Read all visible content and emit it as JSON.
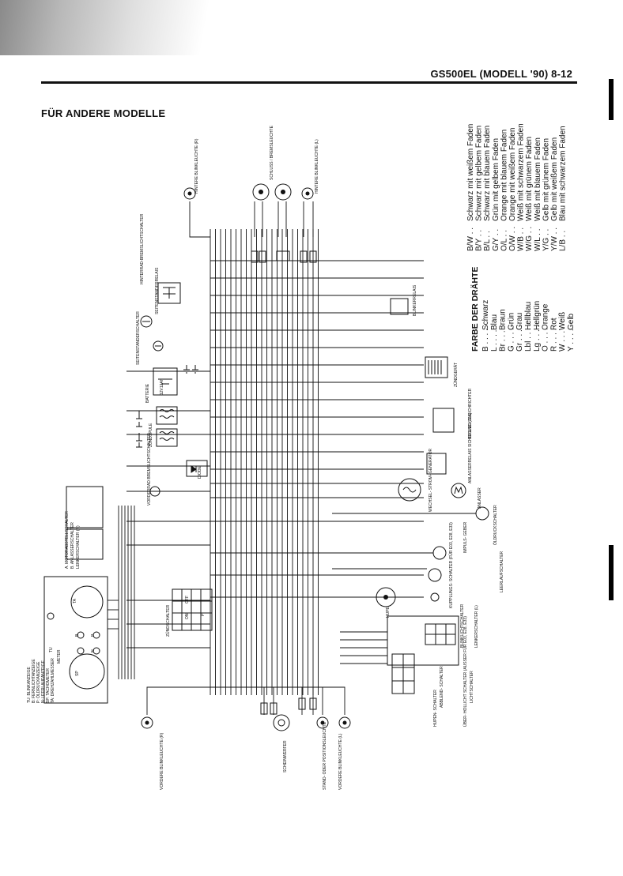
{
  "header": {
    "title": "GS500EL (MODELL '90)  8-12"
  },
  "subtitle": "FÜR ANDERE MODELLE",
  "components": {
    "rear_turn_r": "HINTERE BLINKLEUCHTE (R)",
    "tail_light": "SCHLUSS / BREMSLEUCHTE",
    "rear_turn_l": "HINTERE BLINKLEUCHTE (L)",
    "rear_brake_switch": "HINTERRAD-BREMSLICHTSCHALTER",
    "sidestand_relay": "SEITENSTANDERRELAIS",
    "sidestand_switch": "SEITENSTANDERSCHALTER",
    "battery": "BATTERIE",
    "battery_spec": "12V12Ah",
    "turn_relay": "BLINKERRELAIS",
    "igniter": "ZÜNDGERÄT",
    "ignition_coil": "ZÜNDSPULE",
    "regulator": "REGLER/ GLEICHRICHTER",
    "starter_relay": "ANLASSERRELAIS SICHERUNG (20A)",
    "generator": "WECHSEL- STROM- GENERATOR",
    "starter_motor": "ANLASSER",
    "front_brake_switch": "VORDERRAD BREMSLICHTSCHALTER",
    "diode": "DIODE",
    "engine_stop": "A. MOTORABSTELLSCHALTER",
    "starter_button": "B. ANLASSERSCHALTER",
    "handlebar_switch_r": "LENKERSCHALTER (R)",
    "pickup": "IMPULS- GEBER",
    "oil_pressure_switch": "ÖLDRUCKSCHALTER",
    "neutral_switch": "LEERLAUFSCHALTER",
    "horn": "HUPE",
    "clutch_switch": "KUPPLUNGS- SCHALTER (FÜR E03, E28, E33)",
    "ignition_switch": "ZÜNDSCHALTER",
    "meter": "METER",
    "meter_legend": [
      "TU: BLINKANZEIGE",
      "B: FERNLICHTANZEIGE",
      "P: ÖLDRUCKANZEIGE",
      "N: LEERLAUFANZEIGE",
      "SP: TACHOMETER",
      "TA: DREHZAHLMESSER"
    ],
    "dimmer_switch": "ABBLEND- SCHALTER",
    "passing_switch": "ÜBER- HOLLICHT SCHALTER (AUSSER FÜR E03, E28, E33)",
    "horn_button": "HUPEN- SCHALTER",
    "turn_switch": "BLINKLICHTSCHALTER",
    "lighting_switch": "LICHTSCHALTER",
    "handlebar_switch_l": "LENKERSCHALTER (L)",
    "front_turn_r": "VORDERE BLINKLEUCHTE (R)",
    "headlight": "SCHEINWERFER",
    "position_light": "STAND- ODER POSITIONSLEUCHTE",
    "front_turn_l": "VORDERE BLINKLEUCHTE (L)",
    "ignition_states": [
      "ON",
      "OFF",
      "P"
    ],
    "meter_letters": [
      "TU",
      "TA",
      "B",
      "P",
      "N",
      "SP"
    ]
  },
  "legend": {
    "title": "FARBE DER DRÄHTE",
    "single": [
      {
        "code": "B",
        "name": "Schwarz"
      },
      {
        "code": "L",
        "name": "Blau"
      },
      {
        "code": "Br",
        "name": "Braun"
      },
      {
        "code": "G",
        "name": "Grün"
      },
      {
        "code": "Gr",
        "name": "Grau"
      },
      {
        "code": "Lbl",
        "name": "Hellblau"
      },
      {
        "code": "Lg",
        "name": "Hellgrün"
      },
      {
        "code": "O",
        "name": "Orange"
      },
      {
        "code": "R",
        "name": "Rot"
      },
      {
        "code": "W",
        "name": "Weiß"
      },
      {
        "code": "Y",
        "name": "Gelb"
      }
    ],
    "tracer": [
      {
        "code": "B/W",
        "name": "Schwarz mit weißem Faden"
      },
      {
        "code": "B/Y",
        "name": "Schwarz mit gelbem Faden"
      },
      {
        "code": "B/L",
        "name": "Schwarz mit blauem Faden"
      },
      {
        "code": "G/Y",
        "name": "Grün mit gelbem Faden"
      },
      {
        "code": "O/L",
        "name": "Orange mit blauem Faden"
      },
      {
        "code": "O/W",
        "name": "Orange mit weißem Faden"
      },
      {
        "code": "W/B",
        "name": "Weiß mit schwarzem Faden"
      },
      {
        "code": "W/G",
        "name": "Weiß mit grünem Faden"
      },
      {
        "code": "W/L",
        "name": "Weiß mit blauem Faden"
      },
      {
        "code": "Y/G",
        "name": "Gelb mit grünem Faden"
      },
      {
        "code": "Y/W",
        "name": "Gelb mit weißem Faden"
      },
      {
        "code": "L/B",
        "name": "Blau mit schwarzem Faden"
      }
    ]
  },
  "colors": {
    "ink": "#111111",
    "paper": "#ffffff"
  }
}
